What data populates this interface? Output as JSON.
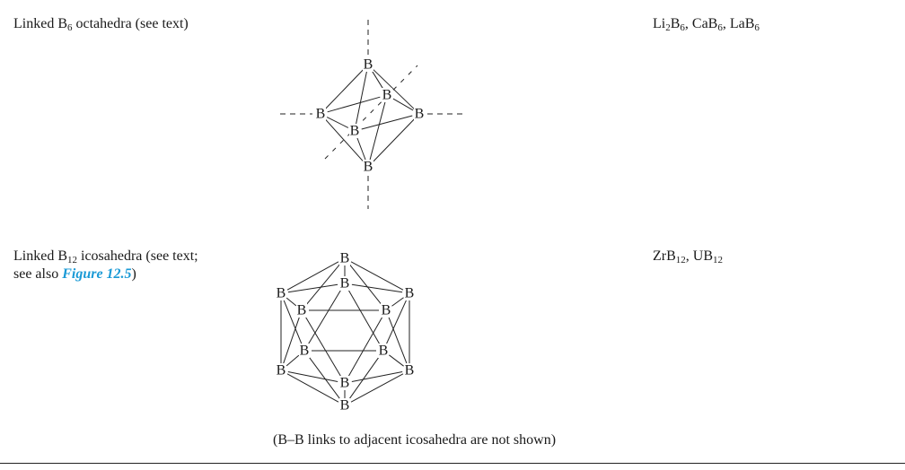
{
  "rows": [
    {
      "description": {
        "prefix": "Linked B",
        "sub": "6",
        "suffix": " octahedra (see text)"
      },
      "examples": [
        {
          "a": "Li",
          "a_sub": "2",
          "b": "B",
          "b_sub": "6",
          "sep": ", "
        },
        {
          "a": "CaB",
          "a_sub": "6",
          "sep": ", "
        },
        {
          "a": "LaB",
          "a_sub": "6"
        }
      ],
      "atom_label": "B"
    },
    {
      "description": {
        "prefix": "Linked B",
        "sub": "12",
        "suffix": " icosahedra (see text;",
        "line2": "see also ",
        "link": "Figure 12.5",
        "close": ")"
      },
      "examples": [
        {
          "a": "ZrB",
          "a_sub": "12",
          "sep": ", "
        },
        {
          "a": "UB",
          "a_sub": "12"
        }
      ],
      "atom_label": "B",
      "caption": "(B–B links to adjacent icosahedra are not shown)"
    }
  ],
  "colors": {
    "link": "#1a9ad6"
  }
}
